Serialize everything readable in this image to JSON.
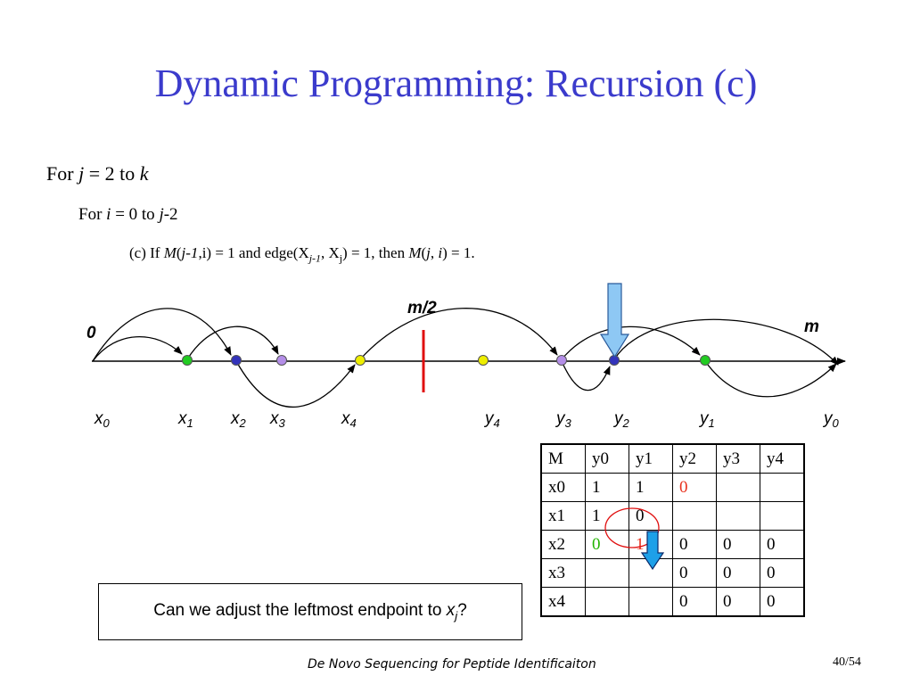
{
  "title": "Dynamic Programming: Recursion (c)",
  "lines": {
    "l1": {
      "a": "For ",
      "j": "j",
      "b": " = 2 to ",
      "k": "k"
    },
    "l2": {
      "a": "For ",
      "i": "i",
      "b": " = 0 to ",
      "j": "j",
      "c": "-2"
    },
    "l3": {
      "a": "(c) If ",
      "M1": "M",
      "p1": "(",
      "j1": "j-1",
      "p2": ",i) = 1 and edge(X",
      "sub1": "j-1",
      "p3": ", X",
      "sub2": "j",
      "p4": ")   = 1, then ",
      "M2": "M",
      "p5": "(",
      "j2": "j",
      "p6": ", ",
      "i2": "i",
      "p7": ") = 1."
    }
  },
  "diagram": {
    "zero_label": "0",
    "m_half_label": "m/2",
    "m_label": "m",
    "points": [
      {
        "name": "x1",
        "color": "#22cc22"
      },
      {
        "name": "x2",
        "color": "#3333bb"
      },
      {
        "name": "x3",
        "color": "#b48ee8"
      },
      {
        "name": "x4",
        "color": "#eeee00"
      },
      {
        "name": "y4",
        "color": "#eeee00"
      },
      {
        "name": "y3",
        "color": "#b48ee8"
      },
      {
        "name": "y2",
        "color": "#3333bb"
      },
      {
        "name": "y1",
        "color": "#22cc22"
      }
    ],
    "axis_labels": [
      {
        "base": "x",
        "sub": "0"
      },
      {
        "base": "x",
        "sub": "1"
      },
      {
        "base": "x",
        "sub": "2"
      },
      {
        "base": "x",
        "sub": "3"
      },
      {
        "base": "x",
        "sub": "4"
      },
      {
        "base": "y",
        "sub": "4"
      },
      {
        "base": "y",
        "sub": "3"
      },
      {
        "base": "y",
        "sub": "2"
      },
      {
        "base": "y",
        "sub": "1"
      },
      {
        "base": "y",
        "sub": "0"
      }
    ]
  },
  "table": {
    "header": [
      "M",
      "y0",
      "y1",
      "y2",
      "y3",
      "y4"
    ],
    "rows": [
      {
        "label": "x0",
        "cells": [
          "1",
          "1",
          "0",
          "",
          ""
        ]
      },
      {
        "label": "x1",
        "cells": [
          "1",
          "0",
          "",
          "",
          ""
        ]
      },
      {
        "label": "x2",
        "cells": [
          "0",
          "1",
          "0",
          "0",
          "0"
        ]
      },
      {
        "label": "x3",
        "cells": [
          "",
          "",
          "0",
          "0",
          "0"
        ]
      },
      {
        "label": "x4",
        "cells": [
          "",
          "",
          "0",
          "0",
          "0"
        ]
      }
    ]
  },
  "colors": {
    "title": "#3b3bcc",
    "highlight_red": "#e8321e",
    "highlight_green": "#22b400",
    "arrow_fill": "#8ec8f4",
    "down_arrow_fill": "#1ea0e8"
  },
  "question": {
    "text": "Can we adjust the leftmost endpoint to ",
    "var": "x",
    "sub": "j",
    "end": "?"
  },
  "footer": "De Novo Sequencing for Peptide Identificaiton",
  "page": "40/54"
}
